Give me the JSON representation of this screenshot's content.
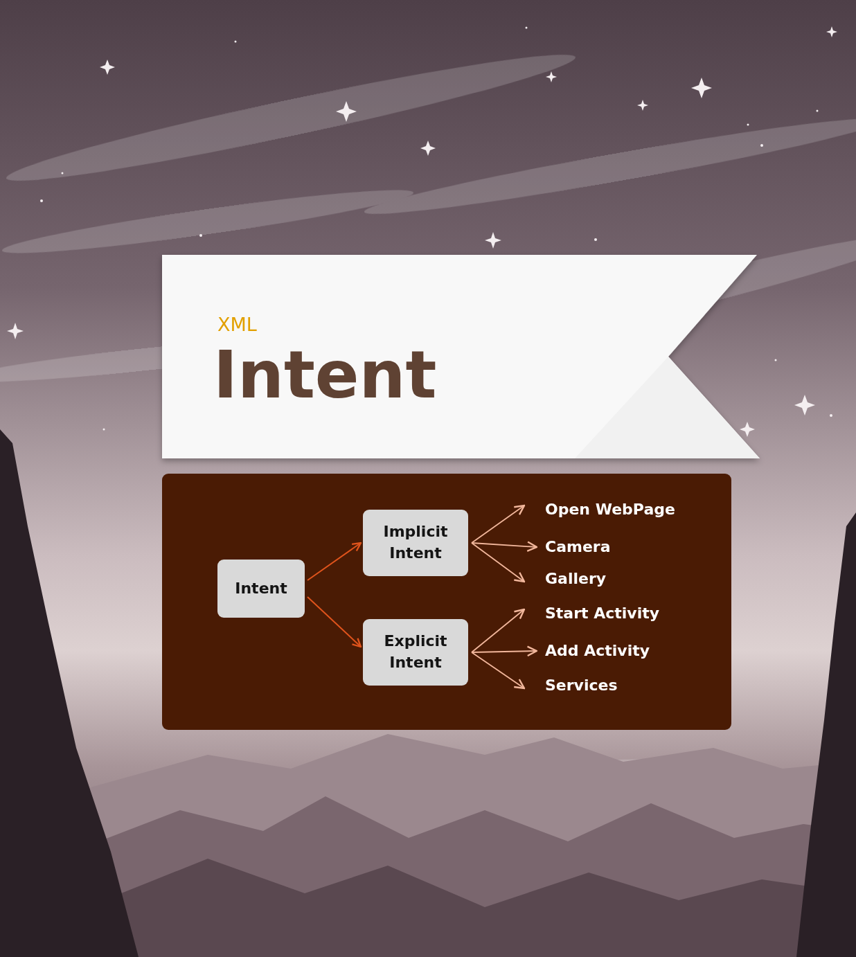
{
  "diagram": {
    "title": "Intent",
    "nodes": [
      {
        "text": [
          "Intent"
        ]
      },
      {
        "text": [
          "Implicit Intent"
        ]
      },
      {
        "text": [
          "Explicit Intent"
        ]
      },
      {
        "text": [
          "Open WebPage"
        ]
      },
      {
        "text": [
          "Camera"
        ]
      },
      {
        "text": [
          "Gallery"
        ]
      },
      {
        "text": [
          "Start Activity"
        ]
      },
      {
        "text": [
          "Add Activity"
        ]
      },
      {
        "text": [
          "Services"
        ]
      }
    ],
    "edges": [
      {
        "from": 0,
        "to": 1,
        "arrow": "to"
      },
      {
        "from": 0,
        "to": 2,
        "arrow": "to"
      },
      {
        "from": 1,
        "to": 3,
        "arrow": "to"
      },
      {
        "from": 1,
        "to": 4,
        "arrow": "to"
      },
      {
        "from": 1,
        "to": 5,
        "arrow": "to"
      },
      {
        "from": 2,
        "to": 6,
        "arrow": "to"
      },
      {
        "from": 2,
        "to": 7,
        "arrow": "to"
      },
      {
        "from": 2,
        "to": 8,
        "arrow": "to"
      }
    ],
    "labels": [
      "XML"
    ]
  }
}
